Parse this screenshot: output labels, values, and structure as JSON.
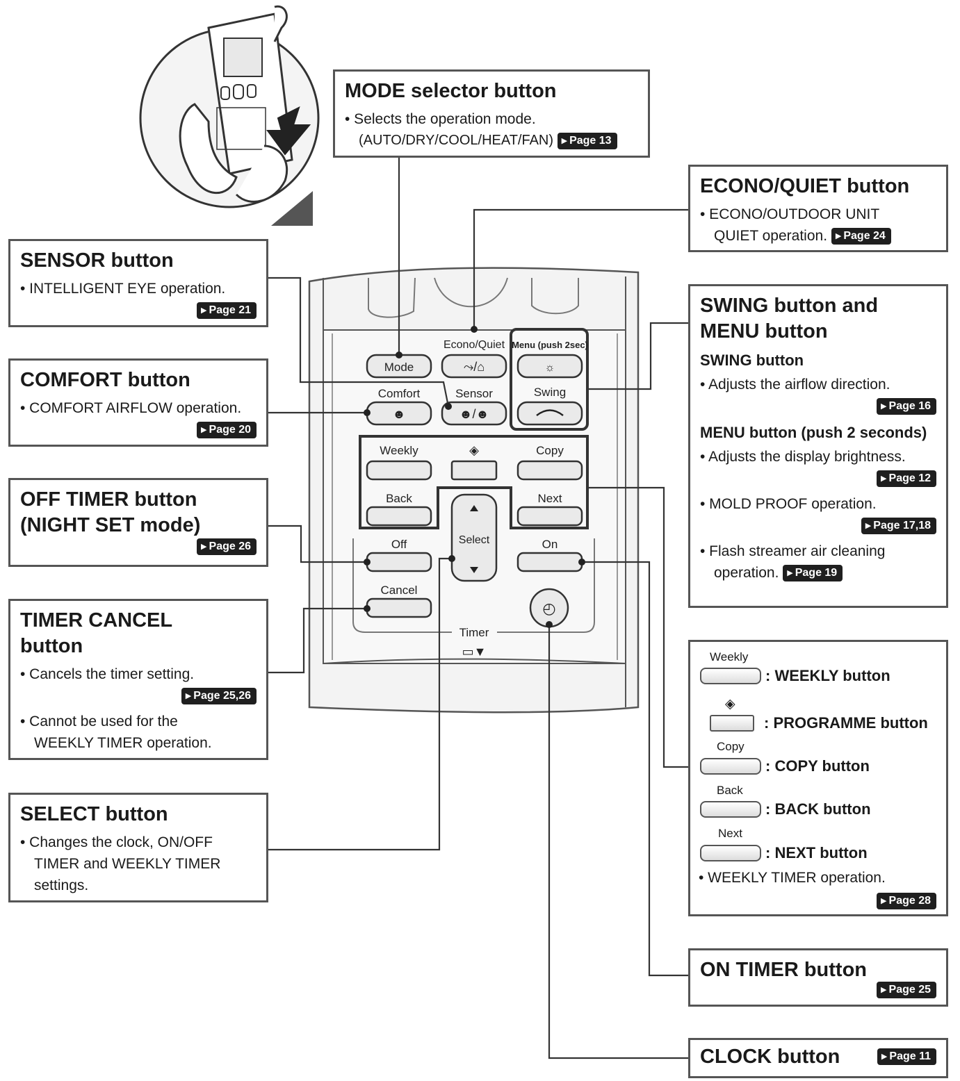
{
  "remote_labels": {
    "mode": "Mode",
    "econo_quiet": "Econo/Quiet",
    "menu": "Menu (push 2sec)",
    "comfort": "Comfort",
    "sensor": "Sensor",
    "swing": "Swing",
    "weekly": "Weekly",
    "copy": "Copy",
    "back": "Back",
    "next": "Next",
    "select": "Select",
    "off": "Off",
    "on": "On",
    "cancel": "Cancel",
    "timer": "Timer"
  },
  "mode_box": {
    "title": "MODE selector button",
    "line1": "• Selects the operation mode.",
    "line2": "(AUTO/DRY/COOL/HEAT/FAN)",
    "page": "Page 13"
  },
  "econo_box": {
    "title": "ECONO/QUIET button",
    "line1": "• ECONO/OUTDOOR UNIT",
    "line2": "QUIET operation.",
    "page": "Page 24"
  },
  "sensor_box": {
    "title": "SENSOR button",
    "line1": "• INTELLIGENT EYE operation.",
    "page": "Page 21"
  },
  "comfort_box": {
    "title": "COMFORT button",
    "line1": "• COMFORT AIRFLOW operation.",
    "page": "Page 20"
  },
  "off_timer_box": {
    "title1": "OFF TIMER button",
    "title2": "(NIGHT SET mode)",
    "page": "Page 26"
  },
  "timer_cancel_box": {
    "title1": "TIMER CANCEL",
    "title2": "button",
    "line1": "• Cancels the timer setting.",
    "page": "Page 25,26",
    "line2": "• Cannot be used for the",
    "line3": "WEEKLY TIMER operation."
  },
  "select_box": {
    "title": "SELECT button",
    "line1": "• Changes the clock, ON/OFF",
    "line2": "TIMER and WEEKLY TIMER",
    "line3": "settings."
  },
  "swing_box": {
    "title1": "SWING button and",
    "title2": "MENU button",
    "swing_heading": "SWING button",
    "swing_line": "• Adjusts the airflow direction.",
    "swing_page": "Page 16",
    "menu_heading": "MENU button (push 2 seconds)",
    "menu_line1": "• Adjusts the display brightness.",
    "menu_page1": "Page 12",
    "menu_line2": "• MOLD PROOF operation.",
    "menu_page2": "Page 17,18",
    "menu_line3": "• Flash streamer air cleaning",
    "menu_line4": "operation.",
    "menu_page3": "Page 19"
  },
  "weekly_box": {
    "weekly_cap": "Weekly",
    "weekly_label": ": WEEKLY button",
    "programme_label": ": PROGRAMME button",
    "copy_cap": "Copy",
    "copy_label": ": COPY button",
    "back_cap": "Back",
    "back_label": ": BACK button",
    "next_cap": "Next",
    "next_label": ": NEXT button",
    "line": "• WEEKLY TIMER operation.",
    "page": "Page 28"
  },
  "on_timer_box": {
    "title": "ON TIMER button",
    "page": "Page 25"
  },
  "clock_box": {
    "title": "CLOCK button",
    "page": "Page 11"
  }
}
